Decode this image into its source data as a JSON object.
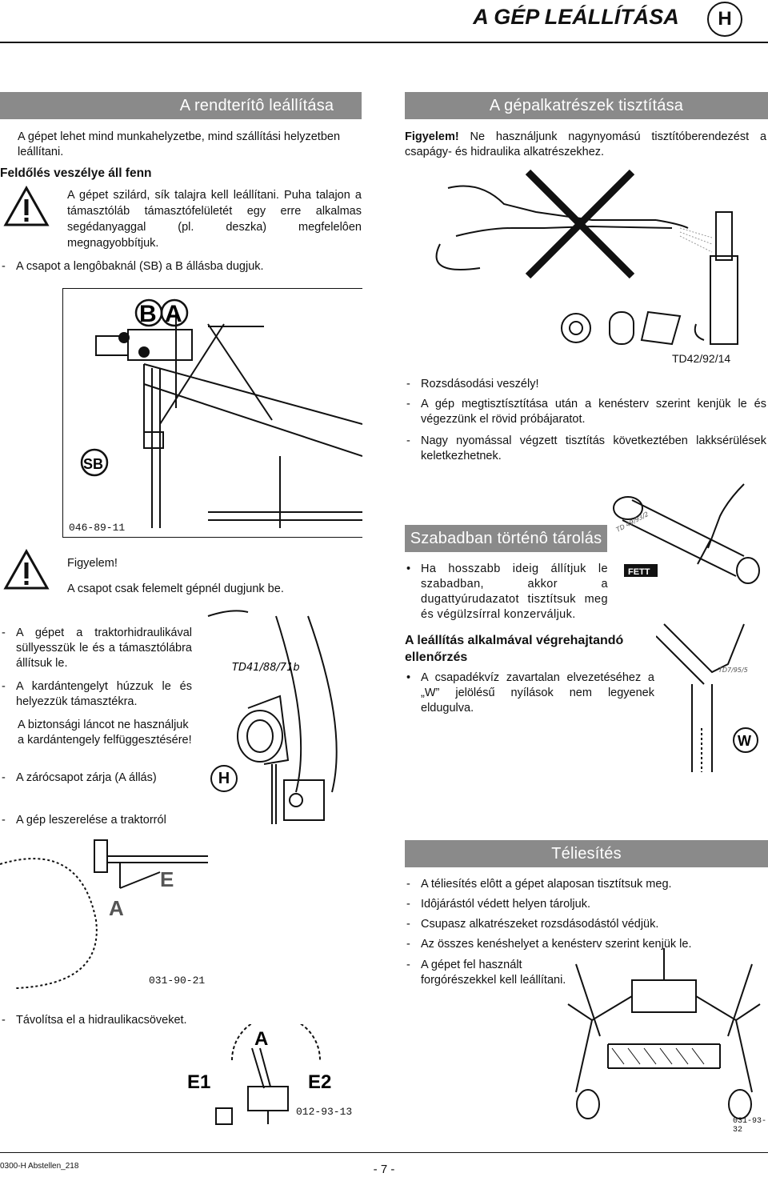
{
  "header": {
    "title": "A GÉP LEÁLLÍTÁSA",
    "letter": "H"
  },
  "left": {
    "section1": {
      "title": "A rendterítô leállítása",
      "intro": "A gépet lehet mind munkahelyzetbe, mind szállítási helyzetben leállítani.",
      "warning_head": "Feldőlés veszélye áll fenn",
      "warning_text": "A gépet szilárd, sík talajra kell leállítani. Puha talajon a támasztóláb támasztófelületét egy erre alkalmas segédanyaggal (pl. deszka) megfelelôen megnagyobbítjuk.",
      "step_pin": "A csapot a lengôbaknál (SB) a B állásba dugjuk.",
      "fig1_label": "046-89-11",
      "fig1_letters": [
        "B",
        "A"
      ],
      "fig1_sb": "SB",
      "attention": "Figyelem!",
      "attention_text": "A csapot csak felemelt gépnél dugjunk be.",
      "steps": [
        "A gépet a traktorhidraulikával süllyesszük le és a támasztólábra állítsuk le.",
        "A kardántengelyt húzzuk le és helyezzük támasztékra."
      ],
      "chain_note": "A biztonsági láncot ne használjuk a kardántengely felfüggesztésére!",
      "fig2_label": "TD41/88/71b",
      "step_lock": "A zárócsapot zárja (A állás)",
      "lock_icon": "H",
      "step_release": "A gép leszerelése a traktorról",
      "fig3_label": "031-90-21",
      "fig3_letters": [
        "A",
        "E"
      ],
      "step_hydraulic": "Távolítsa el a hidraulikacsöveket.",
      "fig4_label": "012-93-13",
      "fig4_letters": [
        "A",
        "E1",
        "E2"
      ]
    }
  },
  "right": {
    "clean": {
      "title": "A gépalkatrészek tisztítása",
      "attention": "Figyelem!",
      "attention_text": "Ne használjunk nagynyomású tisztítóberendezést a csapágy- és hidraulika alkatrészekhez.",
      "fig_label": "TD42/92/14",
      "bullets": [
        "Rozsdásodási veszély!",
        "A gép megtisztísztítása után a kenésterv szerint kenjük le és végezzünk el rövid próbájaratot.",
        "Nagy nyomással végzett tisztítás következtében lakksérülések keletkezhetnek."
      ]
    },
    "storage": {
      "title": "Szabadban történô tárolás",
      "dot": "Ha hosszabb ideig állítjuk le szabadban, akkor a dugattyúrudazatot tisztítsuk meg és végülzsírral konzerváljuk.",
      "fig_label": "TD 49/93/2",
      "fett": "FETT",
      "check_head": "A leállítás alkalmával végrehajtandó ellenőrzés",
      "check_dot": "A csapadékvíz zavartalan elvezetéséhez a „W” jelölésű nyílások nem legyenek eldugulva.",
      "fig2_label": "TD7/95/5",
      "fig2_letter": "W"
    },
    "winter": {
      "title": "Téliesítés",
      "bullets": [
        "A téliesítés elôtt a gépet alaposan tisztítsuk meg.",
        "Idôjárástól védett helyen tároljuk.",
        "Csupasz alkatrészeket rozsdásodástól védjük.",
        "Az összes kenéshelyet a kenésterv szerint kenjük le.",
        "A gépet fel használt forgórészekkel kell leállítani."
      ],
      "fig_label": "031-93-32"
    }
  },
  "footer": {
    "code": "0300-H Abstellen_218",
    "page": "- 7 -"
  }
}
